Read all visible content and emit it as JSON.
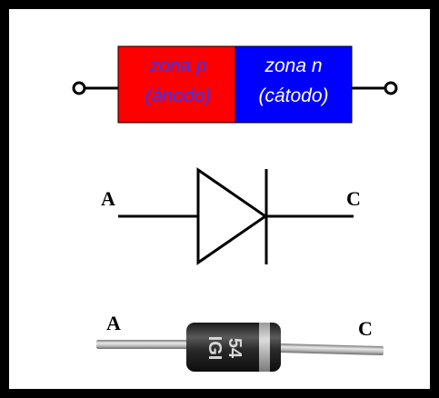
{
  "zones": {
    "p": {
      "line1": "zona p",
      "line2": "(ánodo)",
      "fill": "#ff0000",
      "text_color": "#3333ff"
    },
    "n": {
      "line1": "zona n",
      "line2": "(cátodo)",
      "fill": "#0000ff",
      "text_color": "#ffffff"
    }
  },
  "symbol": {
    "anode_label": "A",
    "cathode_label": "C"
  },
  "component": {
    "anode_label": "A",
    "cathode_label": "C",
    "marking_line1": "54",
    "marking_line2": "IGI"
  },
  "colors": {
    "frame": "#000000",
    "wire": "#000000"
  }
}
